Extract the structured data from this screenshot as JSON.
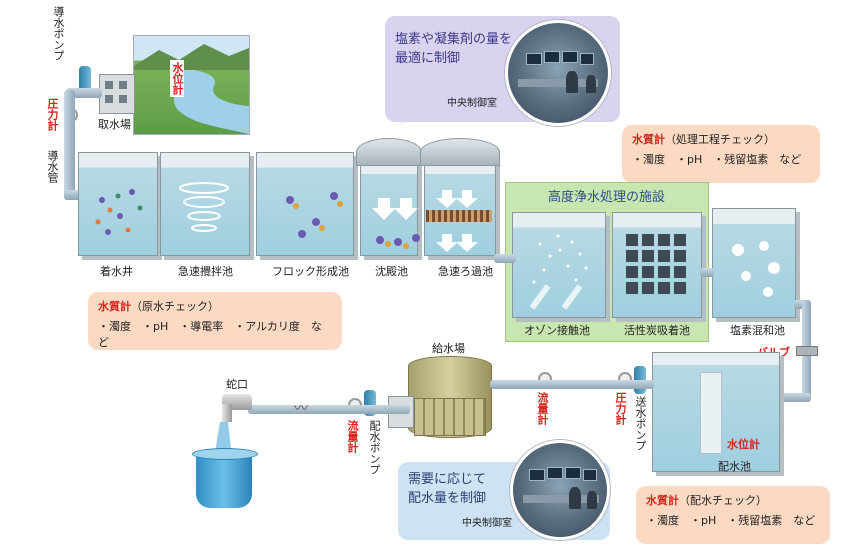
{
  "labels": {
    "intake_pump": "導水ポンプ",
    "pressure_gauge_left": "圧力計",
    "intake_pipe": "導水管",
    "intake_station": "取水場",
    "water_level_meter_top": "水位計",
    "receiving_well": "着水井",
    "rapid_mixing": "急速攪拌池",
    "floc_tank": "フロック形成池",
    "sedimentation": "沈殿池",
    "rapid_filtration": "急速ろ過池",
    "ozone": "オゾン接触池",
    "activated_carbon": "活性炭吸着池",
    "chlorine_mixing": "塩素混和池",
    "valve": "バルブ",
    "water_supply_station": "給水場",
    "faucet": "蛇口",
    "flow_meter_left": "流量計",
    "distribution_pump": "配水ポンプ",
    "flow_meter_mid": "流量計",
    "pressure_gauge_right": "圧力計",
    "transmission_pump": "送水ポンプ",
    "water_level_meter_reservoir": "水位計",
    "distribution_reservoir": "配水池"
  },
  "callouts": {
    "control_top": {
      "text_line1": "塩素や凝集剤の量を",
      "text_line2": "最適に制御",
      "room": "中央制御室"
    },
    "advanced_treatment": {
      "title": "高度浄水処理の施設"
    },
    "quality_process": {
      "title": "水質計",
      "sub": "（処理工程チェック）",
      "items": "・濁度　・pH　・残留塩素　など"
    },
    "quality_raw": {
      "title": "水質計",
      "sub": "（原水チェック）",
      "items": "・濁度　・pH　・導電率　・アルカリ度　など"
    },
    "control_bottom": {
      "text_line1": "需要に応じて",
      "text_line2": "配水量を制御",
      "room": "中央制御室"
    },
    "quality_distribution": {
      "title": "水質計",
      "sub": "（配水チェック）",
      "items": "・濁度　・pH　・残留塩素　など"
    }
  },
  "colors": {
    "accent_red": "#d7261e",
    "water": "#9fcfdf",
    "advanced_bg": "#c8e6b0",
    "quality_bg": "#fbd9c3",
    "control_top_bg": "#d9d3ef",
    "control_bottom_bg": "#cde3f3"
  }
}
